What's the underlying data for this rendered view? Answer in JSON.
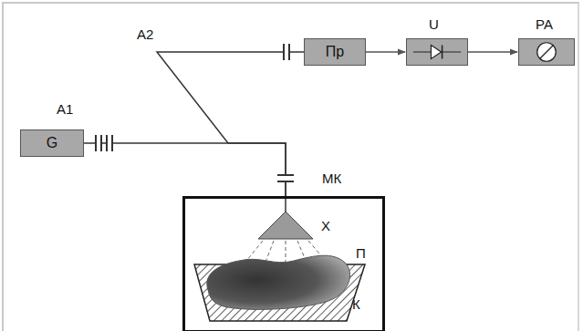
{
  "diagram": {
    "nodes": [
      {
        "text": [
          "G"
        ]
      },
      {
        "text": [
          "Пр"
        ]
      },
      {
        "text": [
          "U"
        ]
      },
      {
        "text": [
          "PA"
        ]
      },
      {
        "text": [
          "МК"
        ]
      }
    ],
    "edges": [
      {
        "from": 0,
        "to": 4,
        "arrow": "none"
      },
      {
        "from": 4,
        "to": 1,
        "arrow": "none"
      },
      {
        "from": 1,
        "to": 2,
        "arrow": "to"
      },
      {
        "from": 2,
        "to": 3,
        "arrow": "to"
      }
    ],
    "labels": [
      "A1",
      "A2",
      "X",
      "П",
      "К"
    ]
  }
}
